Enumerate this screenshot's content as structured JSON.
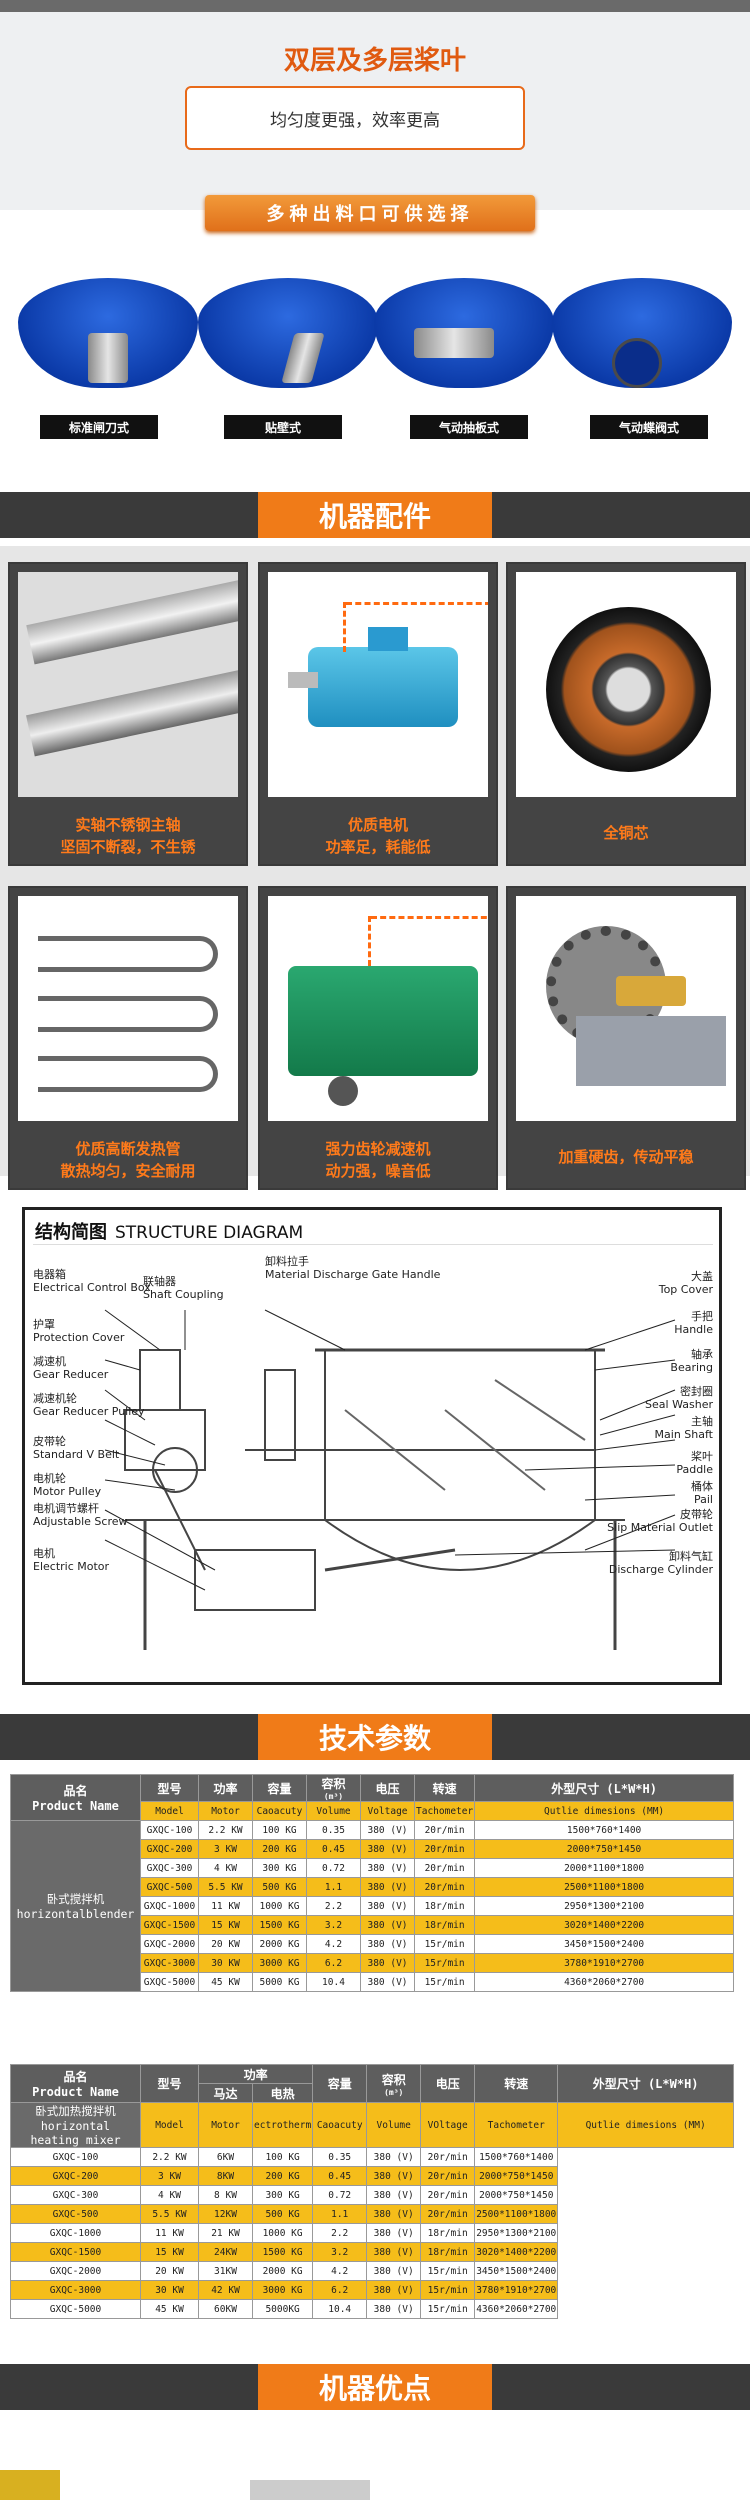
{
  "paddle": {
    "title": "双层及多层桨叶",
    "desc": "均匀度更强，效率更高"
  },
  "outlets": {
    "banner": "多种出料口可供选择",
    "items": [
      "标准闸刀式",
      "贴壁式",
      "气动抽板式",
      "气动蝶阀式"
    ]
  },
  "accessories": {
    "header": "机器配件",
    "cards": [
      {
        "line1": "实轴不锈钢主轴",
        "line2": "坚固不断裂，不生锈"
      },
      {
        "line1": "优质电机",
        "line2": "功率足，耗能低"
      },
      {
        "line1": "全铜芯",
        "line2": ""
      },
      {
        "line1": "优质高断发热管",
        "line2": "散热均匀，安全耐用"
      },
      {
        "line1": "强力齿轮减速机",
        "line2": "动力强，噪音低"
      },
      {
        "line1": "加重硬齿，传动平稳",
        "line2": ""
      }
    ]
  },
  "structure": {
    "title_cn": "结构简图",
    "title_en": "STRUCTURE DIAGRAM",
    "labels": {
      "control_cn": "电器箱",
      "control_en": "Electrical Control Box",
      "coupling_cn": "联轴器",
      "coupling_en": "Shaft Coupling",
      "handle_cn": "卸料拉手",
      "handle_en": "Material Discharge Gate Handle",
      "cover_cn": "大盖",
      "cover_en": "Top Cover",
      "protect_cn": "护罩",
      "protect_en": "Protection Cover",
      "hand_cn": "手把",
      "hand_en": "Handle",
      "reducer_cn": "减速机",
      "reducer_en": "Gear Reducer",
      "bearing_cn": "轴承",
      "bearing_en": "Bearing",
      "pulley_cn": "减速机轮",
      "pulley_en": "Gear Reducer Pulley",
      "washer_cn": "密封圈",
      "washer_en": "Seal Washer",
      "shaft_cn": "主轴",
      "shaft_en": "Main Shaft",
      "belt_cn": "皮带轮",
      "belt_en": "Standard V Belt",
      "paddle_cn": "桨叶",
      "paddle_en": "Paddle",
      "motorpulley_cn": "电机轮",
      "motorpulley_en": "Motor Pulley",
      "pail_cn": "桶体",
      "pail_en": "Pail",
      "screw_cn": "电机调节螺杆",
      "screw_en": "Adjustable Screw",
      "slip_cn": "皮带轮",
      "slip_en": "Slip Material Outlet",
      "motor_cn": "电机",
      "motor_en": "Electric Motor",
      "cyl_cn": "卸料气缸",
      "cyl_en": "Discharge Cylinder"
    }
  },
  "params": {
    "header": "技术参数",
    "table1": {
      "h_name": "品名",
      "h_name_en": "Product Name",
      "h_model": "型号",
      "h_power": "功率",
      "h_cap": "容量",
      "h_vol": "容积",
      "h_vol_unit": "(m³)",
      "h_volt": "电压",
      "h_speed": "转速",
      "h_dim": "外型尺寸 (L*W*H)",
      "s_model": "Model",
      "s_motor": "Motor",
      "s_cap": "Caoacuty",
      "s_vol": "Volume",
      "s_volt": "Voltage",
      "s_speed": "Tachometer",
      "s_dim": "Qutlie dimesions (MM)",
      "side_cn": "卧式搅拌机",
      "side_en": "horizontalblender",
      "rows": [
        [
          "GXQC-100",
          "2.2 KW",
          "100 KG",
          "0.35",
          "380 (V)",
          "20r/min",
          "1500*760*1400"
        ],
        [
          "GXQC-200",
          "3 KW",
          "200 KG",
          "0.45",
          "380 (V)",
          "20r/min",
          "2000*750*1450"
        ],
        [
          "GXQC-300",
          "4 KW",
          "300 KG",
          "0.72",
          "380 (V)",
          "20r/min",
          "2000*1100*1800"
        ],
        [
          "GXQC-500",
          "5.5 KW",
          "500 KG",
          "1.1",
          "380 (V)",
          "20r/min",
          "2500*1100*1800"
        ],
        [
          "GXQC-1000",
          "11 KW",
          "1000 KG",
          "2.2",
          "380 (V)",
          "18r/min",
          "2950*1300*2100"
        ],
        [
          "GXQC-1500",
          "15 KW",
          "1500 KG",
          "3.2",
          "380 (V)",
          "18r/min",
          "3020*1400*2200"
        ],
        [
          "GXQC-2000",
          "20 KW",
          "2000 KG",
          "4.2",
          "380 (V)",
          "15r/min",
          "3450*1500*2400"
        ],
        [
          "GXQC-3000",
          "30 KW",
          "3000 KG",
          "6.2",
          "380 (V)",
          "15r/min",
          "3780*1910*2700"
        ],
        [
          "GXQC-5000",
          "45 KW",
          "5000 KG",
          "10.4",
          "380 (V)",
          "15r/min",
          "4360*2060*2700"
        ]
      ]
    },
    "table2": {
      "h_name": "品名",
      "h_name_en": "Product Name",
      "h_model": "型号",
      "h_power": "功率",
      "h_power_a": "马达",
      "h_power_b": "电热",
      "h_cap": "容量",
      "h_vol": "容积",
      "h_vol_unit": "(m³)",
      "h_volt": "电压",
      "h_speed": "转速",
      "h_dim": "外型尺寸 (L*W*H)",
      "s_model": "Model",
      "s_motor": "Motor",
      "s_heat": "ectrotherm",
      "s_cap": "Caoacuty",
      "s_vol": "Volume",
      "s_volt": "VOltage",
      "s_speed": "Tachometer",
      "s_dim": "Qutlie dimesions (MM)",
      "side_cn": "卧式加热搅拌机",
      "side_en1": "horizontal",
      "side_en2": "heating mixer",
      "rows": [
        [
          "GXQC-100",
          "2.2 KW",
          "6KW",
          "100 KG",
          "0.35",
          "380 (V)",
          "20r/min",
          "1500*760*1400"
        ],
        [
          "GXQC-200",
          "3 KW",
          "8KW",
          "200 KG",
          "0.45",
          "380 (V)",
          "20r/min",
          "2000*750*1450"
        ],
        [
          "GXQC-300",
          "4 KW",
          "8 KW",
          "300 KG",
          "0.72",
          "380 (V)",
          "20r/min",
          "2000*750*1450"
        ],
        [
          "GXQC-500",
          "5.5 KW",
          "12KW",
          "500 KG",
          "1.1",
          "380 (V)",
          "20r/min",
          "2500*1100*1800"
        ],
        [
          "GXQC-1000",
          "11 KW",
          "21 KW",
          "1000 KG",
          "2.2",
          "380 (V)",
          "18r/min",
          "2950*1300*2100"
        ],
        [
          "GXQC-1500",
          "15 KW",
          "24KW",
          "1500 KG",
          "3.2",
          "380 (V)",
          "18r/min",
          "3020*1400*2200"
        ],
        [
          "GXQC-2000",
          "20 KW",
          "31KW",
          "2000 KG",
          "4.2",
          "380 (V)",
          "15r/min",
          "3450*1500*2400"
        ],
        [
          "GXQC-3000",
          "30 KW",
          "42 KW",
          "3000 KG",
          "6.2",
          "380 (V)",
          "15r/min",
          "3780*1910*2700"
        ],
        [
          "GXQC-5000",
          "45 KW",
          "60KW",
          "5000KG",
          "10.4",
          "380 (V)",
          "15r/min",
          "4360*2060*2700"
        ]
      ]
    }
  },
  "advantages": {
    "header": "机器优点"
  }
}
